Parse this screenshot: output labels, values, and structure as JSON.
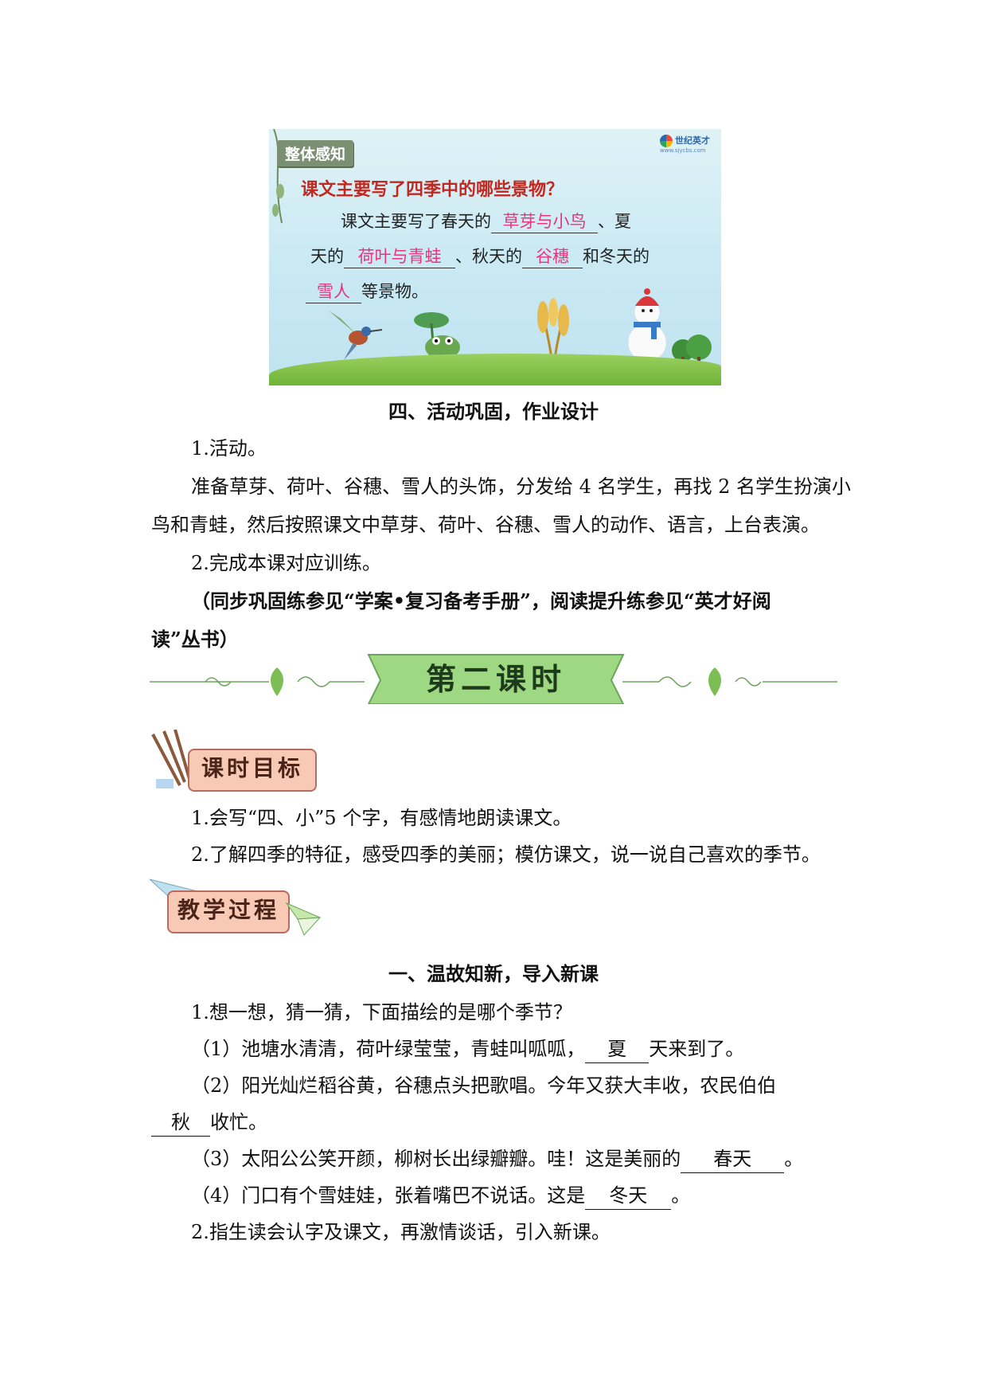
{
  "slide": {
    "tag": "整体感知",
    "logo_main": "世纪英才",
    "logo_sub": "www.sjycbs.com",
    "question": "课文主要写了四季中的哪些景物？",
    "line1_a": "课文主要写了春天的",
    "fill1": "草芽与小鸟",
    "line1_b": "、夏",
    "line2_a": "天的",
    "fill2": "荷叶与青蛙",
    "line2_b": "、秋天的",
    "fill3": "谷穗",
    "line2_c": "和冬天的",
    "fill4": "雪人",
    "line3_b": "等景物。"
  },
  "section4": {
    "heading": "四、活动巩固，作业设计",
    "item1": "1.活动。",
    "p1_line1": "准备草芽、荷叶、谷穗、雪人的头饰，分发给 4 名学生，再找 2 名学生扮演小",
    "p1_line2": "鸟和青蛙，然后按照课文中草芽、荷叶、谷穗、雪人的动作、语言，上台表演。",
    "item2": "2.完成本课对应训练。",
    "note_line1": "（同步巩固练参见“学案•复习备考手册”，阅读提升练参见“英才好阅",
    "note_line2": "读”丛书）"
  },
  "divider": {
    "title": "第二课时"
  },
  "goals": {
    "badge": "课时目标",
    "g1": "1.会写“四、小”5 个字，有感情地朗读课文。",
    "g2": "2.了解四季的特征，感受四季的美丽；模仿课文，说一说自己喜欢的季节。"
  },
  "process": {
    "badge": "教学过程",
    "heading": "一、温故知新，导入新课",
    "q1": "1.想一想，猜一猜，下面描绘的是哪个季节？",
    "s1_a": "（1）池塘水清清，荷叶绿莹莹，青蛙叫呱呱，",
    "s1_fill": "夏",
    "s1_b": "天来到了。",
    "s2_a": "（2）阳光灿烂稻谷黄，谷穗点头把歌唱。今年又获大丰收，农民伯伯",
    "s2_fill": "秋",
    "s2_b": "收忙。",
    "s3_a": "（3）太阳公公笑开颜，柳树长出绿瓣瓣。哇！这是美丽的",
    "s3_fill": "春天",
    "s3_b": "。",
    "s4_a": "（4）门口有个雪娃娃，张着嘴巴不说话。这是",
    "s4_fill": "冬天",
    "s4_b": "。",
    "q2": "2.指生读会认字及课文，再激情谈话，引入新课。"
  }
}
